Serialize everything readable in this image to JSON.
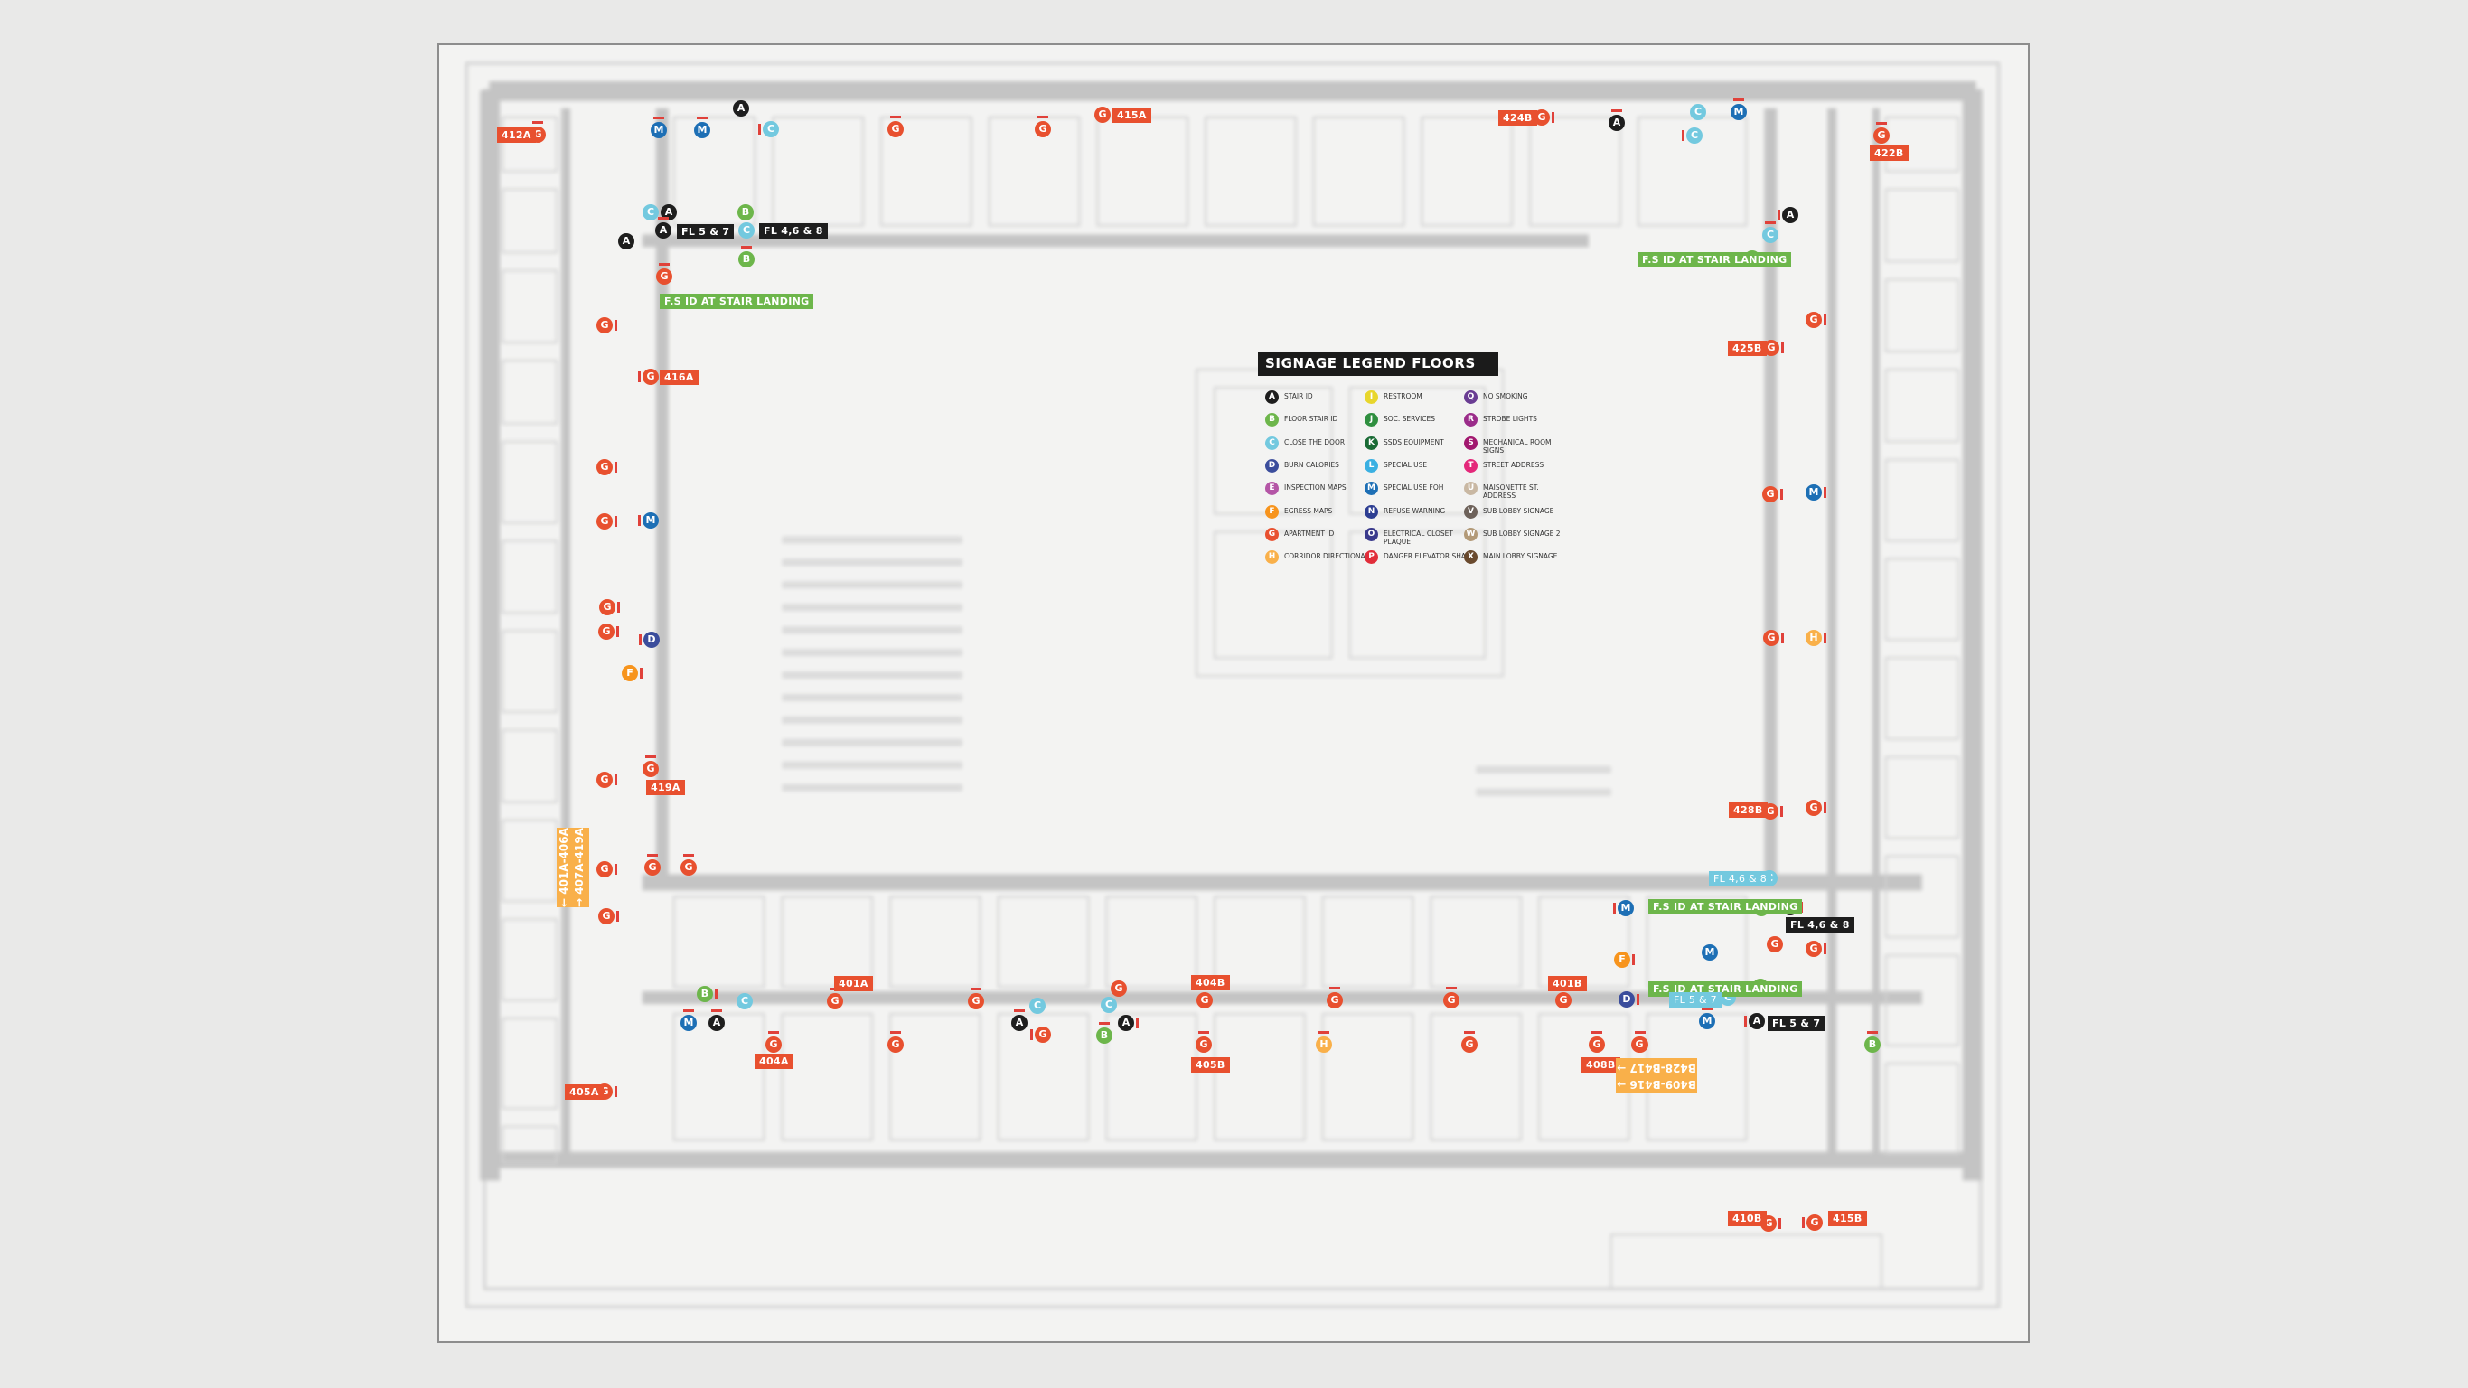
{
  "colors": {
    "A": "#1e1e1e",
    "B": "#6db64b",
    "C": "#73c9df",
    "D": "#3b4d9c",
    "E": "#b455a6",
    "F": "#f7941d",
    "G": "#e8502f",
    "H": "#f9b04a",
    "I": "#e8d62c",
    "J": "#2f8f3f",
    "K": "#1a6b35",
    "L": "#3ab0e2",
    "M": "#1d6fb5",
    "N": "#2d3e92",
    "O": "#3a3a8c",
    "P": "#e12d3a",
    "Q": "#6a3d93",
    "R": "#9b2c8a",
    "S": "#a2186f",
    "T": "#e4287a",
    "U": "#c9b8a3",
    "V": "#6e625a",
    "W": "#b39a78",
    "X": "#6a4a2e",
    "tag_red": "#e8502f",
    "tag_green": "#6db64b",
    "tag_black": "#1e1e1e",
    "tag_lightblue": "#73c9df",
    "tag_orange": "#f9b04a"
  },
  "legend": {
    "title": "SIGNAGE LEGEND FLOORS",
    "items": [
      {
        "code": "A",
        "label": "STAIR ID"
      },
      {
        "code": "B",
        "label": "FLOOR STAIR ID"
      },
      {
        "code": "C",
        "label": "CLOSE THE DOOR"
      },
      {
        "code": "D",
        "label": "BURN CALORIES"
      },
      {
        "code": "E",
        "label": "INSPECTION MAPS"
      },
      {
        "code": "F",
        "label": "EGRESS MAPS"
      },
      {
        "code": "G",
        "label": "APARTMENT ID"
      },
      {
        "code": "H",
        "label": "CORRIDOR DIRECTIONAL"
      },
      {
        "code": "I",
        "label": "RESTROOM"
      },
      {
        "code": "J",
        "label": "SOC. SERVICES"
      },
      {
        "code": "K",
        "label": "SSDS EQUIPMENT"
      },
      {
        "code": "L",
        "label": "SPECIAL USE"
      },
      {
        "code": "M",
        "label": "SPECIAL USE FOH"
      },
      {
        "code": "N",
        "label": "REFUSE WARNING"
      },
      {
        "code": "O",
        "label": "ELECTRICAL CLOSET PLAQUE"
      },
      {
        "code": "P",
        "label": "DANGER ELEVATOR SHAFT"
      },
      {
        "code": "Q",
        "label": "NO SMOKING"
      },
      {
        "code": "R",
        "label": "STROBE LIGHTS"
      },
      {
        "code": "S",
        "label": "MECHANICAL ROOM SIGNS"
      },
      {
        "code": "T",
        "label": "STREET ADDRESS"
      },
      {
        "code": "U",
        "label": "MAISONETTE ST. ADDRESS"
      },
      {
        "code": "V",
        "label": "SUB LOBBY SIGNAGE"
      },
      {
        "code": "W",
        "label": "SUB LOBBY SIGNAGE 2"
      },
      {
        "code": "X",
        "label": "MAIN LOBBY SIGNAGE"
      }
    ]
  },
  "plan": {
    "markers": [
      "G",
      "M",
      "M",
      "A",
      "C",
      "G",
      "G",
      "G",
      "G",
      "A",
      "C",
      "M",
      "G",
      "C",
      "C",
      "A",
      "A",
      "A",
      "C",
      "B",
      "B",
      "A",
      "C",
      "B",
      "G",
      "G",
      "G",
      "G",
      "G",
      "G",
      "M",
      "G",
      "G",
      "M",
      "G",
      "G",
      "G",
      "H",
      "D",
      "F",
      "G",
      "G",
      "G",
      "G",
      "G",
      "G",
      "G",
      "G",
      "C",
      "M",
      "B",
      "A",
      "M",
      "G",
      "F",
      "D",
      "B",
      "C",
      "M",
      "A",
      "B",
      "C",
      "M",
      "A",
      "A",
      "C",
      "C",
      "B",
      "A",
      "G",
      "G",
      "G",
      "G",
      "G",
      "G",
      "G",
      "G",
      "G",
      "H",
      "G",
      "G",
      "G",
      "G",
      "B",
      "G",
      "G",
      "G",
      "G",
      "G",
      "G"
    ],
    "tags": [
      {
        "text": "412A",
        "color": "tag_red"
      },
      {
        "text": "415A",
        "color": "tag_red"
      },
      {
        "text": "424B",
        "color": "tag_red"
      },
      {
        "text": "422B",
        "color": "tag_red"
      },
      {
        "text": "FL 5 & 7",
        "color": "tag_black"
      },
      {
        "text": "FL 4,6 & 8",
        "color": "tag_black"
      },
      {
        "text": "F.S ID AT STAIR LANDING",
        "color": "tag_green"
      },
      {
        "text": "F.S ID AT STAIR LANDING",
        "color": "tag_green"
      },
      {
        "text": "416A",
        "color": "tag_red"
      },
      {
        "text": "425B",
        "color": "tag_red"
      },
      {
        "text": "419A",
        "color": "tag_red"
      },
      {
        "text": "428B",
        "color": "tag_red"
      },
      {
        "text": "FL 4,6 & 8",
        "color": "tag_lightblue"
      },
      {
        "text": "F.S ID AT STAIR LANDING",
        "color": "tag_green"
      },
      {
        "text": "FL 4,6 & 8",
        "color": "tag_black"
      },
      {
        "text": "401A",
        "color": "tag_red"
      },
      {
        "text": "404B",
        "color": "tag_red"
      },
      {
        "text": "401B",
        "color": "tag_red"
      },
      {
        "text": "F.S ID AT STAIR LANDING",
        "color": "tag_green"
      },
      {
        "text": "FL 5 & 7",
        "color": "tag_lightblue"
      },
      {
        "text": "FL 5 & 7",
        "color": "tag_black"
      },
      {
        "text": "404A",
        "color": "tag_red"
      },
      {
        "text": "405B",
        "color": "tag_red"
      },
      {
        "text": "408B",
        "color": "tag_red"
      },
      {
        "text": "405A",
        "color": "tag_red"
      },
      {
        "text": "410B",
        "color": "tag_red"
      },
      {
        "text": "415B",
        "color": "tag_red"
      }
    ],
    "directional_left": {
      "line1": "← 401A-406A",
      "line2": "→ 407A-419A"
    },
    "directional_bottom": {
      "line1": "B428-B417 →",
      "line2": "B409-B416 →"
    }
  }
}
